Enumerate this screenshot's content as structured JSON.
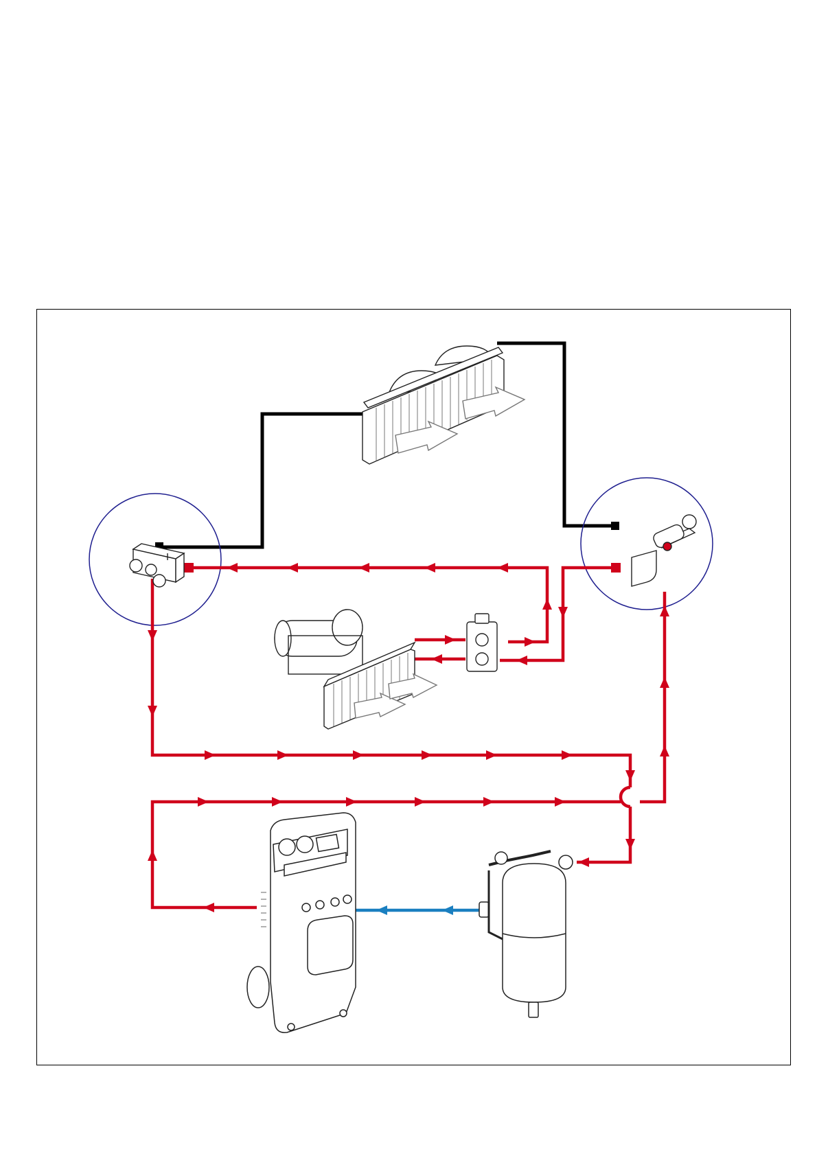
{
  "diagram": {
    "kind": "ac-refrigerant-circuit-schematic",
    "colors": {
      "refrigerant_line": "#d0021b",
      "oil_drain_line": "#1a7fc0",
      "electrical_line": "#000000",
      "detail_circle": "#1f1f8f",
      "outline": "#222222"
    },
    "components": [
      {
        "id": "condenser",
        "label": "condenser-with-fans"
      },
      {
        "id": "evaporator",
        "label": "evaporator-with-blower"
      },
      {
        "id": "expansion-valve",
        "label": "expansion-valve"
      },
      {
        "id": "pressure-switch",
        "label": "pressure-switch-detail"
      },
      {
        "id": "service-port",
        "label": "service-port-detail"
      },
      {
        "id": "ac-station",
        "label": "ac-service-station"
      },
      {
        "id": "receiver-tank",
        "label": "receiver-drier-tank"
      }
    ],
    "flows": [
      {
        "from": "service-port",
        "to": "pressure-switch",
        "medium": "refrigerant"
      },
      {
        "from": "pressure-switch",
        "to": "receiver-tank",
        "medium": "refrigerant"
      },
      {
        "from": "ac-station",
        "to": "service-port",
        "medium": "refrigerant"
      },
      {
        "from": "receiver-tank",
        "to": "ac-station",
        "medium": "oil"
      },
      {
        "from": "expansion-valve",
        "to": "evaporator",
        "medium": "refrigerant"
      }
    ]
  }
}
